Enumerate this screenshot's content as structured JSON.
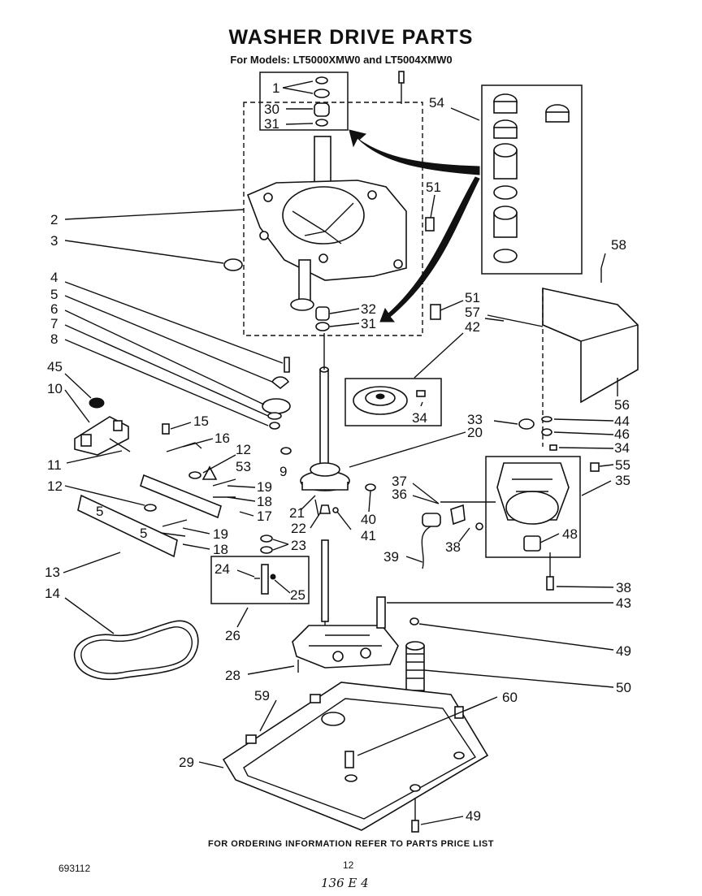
{
  "title": "WASHER DRIVE PARTS",
  "subtitle": "For Models: LT5000XMW0 and LT5004XMW0",
  "footer": "FOR ORDERING INFORMATION REFER TO PARTS PRICE LIST",
  "doc_number": "693112",
  "page_number": "12",
  "handwritten_note": "136 E 4",
  "callouts": [
    {
      "id": "c1",
      "text": "1"
    },
    {
      "id": "c30",
      "text": "30"
    },
    {
      "id": "c31a",
      "text": "31"
    },
    {
      "id": "c54",
      "text": "54"
    },
    {
      "id": "c2",
      "text": "2"
    },
    {
      "id": "c3",
      "text": "3"
    },
    {
      "id": "c51a",
      "text": "51"
    },
    {
      "id": "c51b",
      "text": "51"
    },
    {
      "id": "c58",
      "text": "58"
    },
    {
      "id": "c4",
      "text": "4"
    },
    {
      "id": "c5",
      "text": "5"
    },
    {
      "id": "c6",
      "text": "6"
    },
    {
      "id": "c7",
      "text": "7"
    },
    {
      "id": "c8",
      "text": "8"
    },
    {
      "id": "c32",
      "text": "32"
    },
    {
      "id": "c31b",
      "text": "31"
    },
    {
      "id": "c57",
      "text": "57"
    },
    {
      "id": "c42",
      "text": "42"
    },
    {
      "id": "c45",
      "text": "45"
    },
    {
      "id": "c10",
      "text": "10"
    },
    {
      "id": "c15",
      "text": "15"
    },
    {
      "id": "c16",
      "text": "16"
    },
    {
      "id": "c34a",
      "text": "34"
    },
    {
      "id": "c56",
      "text": "56"
    },
    {
      "id": "c33",
      "text": "33"
    },
    {
      "id": "c20",
      "text": "20"
    },
    {
      "id": "c44",
      "text": "44"
    },
    {
      "id": "c46",
      "text": "46"
    },
    {
      "id": "c34b",
      "text": "34"
    },
    {
      "id": "c11",
      "text": "11"
    },
    {
      "id": "c12a",
      "text": "12"
    },
    {
      "id": "c53",
      "text": "53"
    },
    {
      "id": "c9",
      "text": "9"
    },
    {
      "id": "c55",
      "text": "55"
    },
    {
      "id": "c12b",
      "text": "12"
    },
    {
      "id": "c19a",
      "text": "19"
    },
    {
      "id": "c18a",
      "text": "18"
    },
    {
      "id": "c37",
      "text": "37"
    },
    {
      "id": "c36",
      "text": "36"
    },
    {
      "id": "c35",
      "text": "35"
    },
    {
      "id": "c17",
      "text": "17"
    },
    {
      "id": "c21",
      "text": "21"
    },
    {
      "id": "c40",
      "text": "40"
    },
    {
      "id": "c22",
      "text": "22"
    },
    {
      "id": "c41",
      "text": "41"
    },
    {
      "id": "c19b",
      "text": "19"
    },
    {
      "id": "c18b",
      "text": "18"
    },
    {
      "id": "c23",
      "text": "23"
    },
    {
      "id": "c38a",
      "text": "38"
    },
    {
      "id": "c48",
      "text": "48"
    },
    {
      "id": "c13",
      "text": "13"
    },
    {
      "id": "c39",
      "text": "39"
    },
    {
      "id": "c24",
      "text": "24"
    },
    {
      "id": "c25",
      "text": "25"
    },
    {
      "id": "c14",
      "text": "14"
    },
    {
      "id": "c38b",
      "text": "38"
    },
    {
      "id": "c43",
      "text": "43"
    },
    {
      "id": "c26",
      "text": "26"
    },
    {
      "id": "c49a",
      "text": "49"
    },
    {
      "id": "c28",
      "text": "28"
    },
    {
      "id": "c50",
      "text": "50"
    },
    {
      "id": "c59",
      "text": "59"
    },
    {
      "id": "c60",
      "text": "60"
    },
    {
      "id": "c29",
      "text": "29"
    },
    {
      "id": "c49b",
      "text": "49"
    }
  ]
}
